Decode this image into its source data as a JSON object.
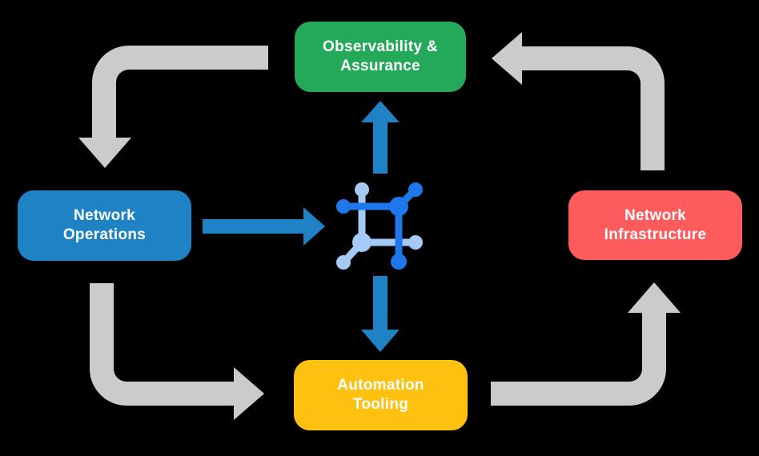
{
  "background_color": "#000000",
  "nodes": {
    "observability": {
      "lines": [
        "Observability &",
        "Assurance"
      ],
      "color": "#24A85A",
      "text_color": "#FFFFFF"
    },
    "operations": {
      "lines": [
        "Network",
        "Operations"
      ],
      "color": "#1E82C4",
      "text_color": "#FFFFFF"
    },
    "infrastructure": {
      "lines": [
        "Network",
        "Infrastructure"
      ],
      "color": "#FD5B5C",
      "text_color": "#FFFFFF"
    },
    "automation": {
      "lines": [
        "Automation",
        "Tooling"
      ],
      "color": "#FEC110",
      "text_color": "#FFFFFF"
    }
  },
  "center_icon": {
    "name": "network-automation-icon",
    "dark_blue": "#1E78EC",
    "light_blue": "#A5CAF5"
  },
  "arrows": {
    "gray_color": "#CBCBCB",
    "blue_color": "#1E82C4",
    "gray_flow": [
      {
        "from": "Observability & Assurance",
        "to": "Network Operations"
      },
      {
        "from": "Network Operations",
        "to": "Automation Tooling"
      },
      {
        "from": "Automation Tooling",
        "to": "Network Infrastructure"
      },
      {
        "from": "Network Infrastructure",
        "to": "Observability & Assurance"
      }
    ],
    "blue_flow": [
      {
        "from": "Network Operations",
        "to": "center-icon"
      },
      {
        "from": "center-icon",
        "to": "Observability & Assurance"
      },
      {
        "from": "center-icon",
        "to": "Automation Tooling"
      }
    ]
  }
}
